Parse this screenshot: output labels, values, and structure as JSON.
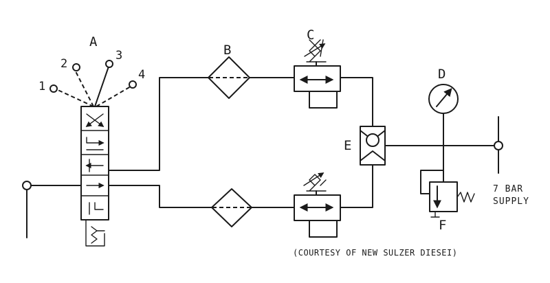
{
  "labels": {
    "a": "A",
    "b": "B",
    "c": "C",
    "d": "D",
    "e": "E",
    "f": "F"
  },
  "positions": [
    "1",
    "2",
    "3",
    "4"
  ],
  "supply": {
    "line1": "7 BAR",
    "line2": "SUPPLY"
  },
  "credit": "(COURTESY OF NEW SULZER DIESEI)"
}
